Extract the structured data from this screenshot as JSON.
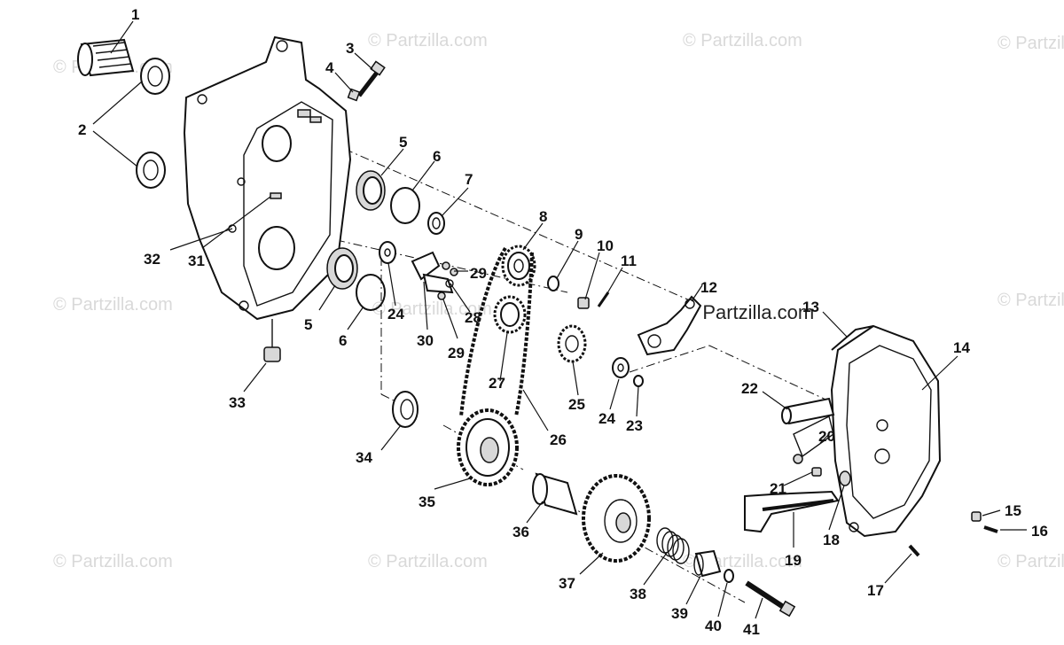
{
  "watermarks": [
    "© Partzilla.com",
    "© Partzilla.com",
    "© Partzilla.com",
    "© Partzilla.com",
    "© Partzilla.com",
    "© Partzilla.com",
    "© Partzilla.com",
    "© Partzilla.com",
    "© Partzilla.com",
    "© Partzilla.com",
    "© Partzilla.com",
    "© Partzilla.com"
  ],
  "callouts": {
    "c1": "1",
    "c2": "2",
    "c3": "3",
    "c4": "4",
    "c5a": "5",
    "c5b": "5",
    "c6a": "6",
    "c6b": "6",
    "c7": "7",
    "c8": "8",
    "c9": "9",
    "c10": "10",
    "c11": "11",
    "c12": "12",
    "c13": "13",
    "c14": "14",
    "c15": "15",
    "c16": "16",
    "c17": "17",
    "c18": "18",
    "c19": "19",
    "c20": "20",
    "c21": "21",
    "c22": "22",
    "c23": "23",
    "c24a": "24",
    "c24b": "24",
    "c25": "25",
    "c26": "26",
    "c27": "27",
    "c28": "28",
    "c29a": "29",
    "c29b": "29",
    "c30": "30",
    "c31": "31",
    "c32": "32",
    "c33": "33",
    "c34": "34",
    "c35": "35",
    "c36": "36",
    "c37": "37",
    "c38": "38",
    "c39": "39",
    "c40": "40",
    "c41": "41"
  }
}
